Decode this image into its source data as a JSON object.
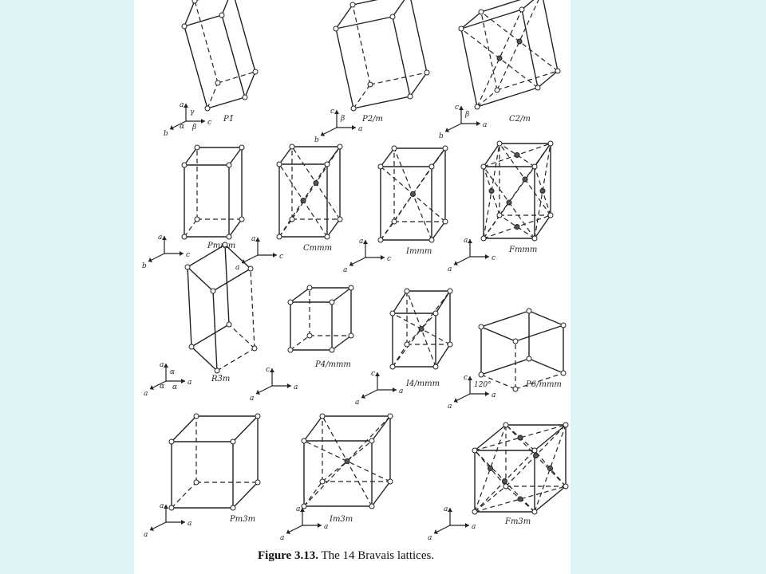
{
  "caption": {
    "prefix": "Figure 3.13.",
    "text": "The 14 Bravais lattices."
  },
  "lattices": [
    {
      "id": "triclinic",
      "label": "P1̄",
      "type": "triclinic",
      "centering": "P"
    },
    {
      "id": "monoclinic-p",
      "label": "P2/m",
      "type": "monoclinic",
      "centering": "P"
    },
    {
      "id": "monoclinic-c",
      "label": "C2/m",
      "type": "monoclinic",
      "centering": "C"
    },
    {
      "id": "ortho-p",
      "label": "Pmmm",
      "type": "orthorhombic",
      "centering": "P"
    },
    {
      "id": "ortho-c",
      "label": "Cmmm",
      "type": "orthorhombic",
      "centering": "C"
    },
    {
      "id": "ortho-i",
      "label": "Immm",
      "type": "orthorhombic",
      "centering": "I"
    },
    {
      "id": "ortho-f",
      "label": "Fmmm",
      "type": "orthorhombic",
      "centering": "F"
    },
    {
      "id": "rhombo",
      "label": "R3̄m",
      "type": "rhombohedral",
      "centering": "R"
    },
    {
      "id": "tetra-p",
      "label": "P4/mmm",
      "type": "tetragonal",
      "centering": "P"
    },
    {
      "id": "tetra-i",
      "label": "I4/mmm",
      "type": "tetragonal",
      "centering": "I"
    },
    {
      "id": "hexa",
      "label": "P6/mmm",
      "type": "hexagonal",
      "centering": "P"
    },
    {
      "id": "cubic-p",
      "label": "Pm3m",
      "type": "cubic",
      "centering": "P"
    },
    {
      "id": "cubic-i",
      "label": "Im3m",
      "type": "cubic",
      "centering": "I"
    },
    {
      "id": "cubic-f",
      "label": "Fm3m",
      "type": "cubic",
      "centering": "F"
    }
  ],
  "axes": [
    {
      "id": "triclinic",
      "labels": [
        "a",
        "b",
        "c"
      ],
      "angles": [
        "γ",
        "β",
        "α"
      ]
    },
    {
      "id": "monoclinic-p",
      "labels": [
        "c",
        "b",
        "a"
      ],
      "angles": [
        "β"
      ]
    },
    {
      "id": "monoclinic-c",
      "labels": [
        "c",
        "b",
        "a"
      ],
      "angles": [
        "β"
      ]
    },
    {
      "id": "ortho-p",
      "labels": [
        "a",
        "b",
        "c"
      ],
      "angles": []
    },
    {
      "id": "ortho-c",
      "labels": [
        "a",
        "a",
        "c"
      ],
      "angles": []
    },
    {
      "id": "ortho-i",
      "labels": [
        "a",
        "a",
        "c"
      ],
      "angles": []
    },
    {
      "id": "ortho-f",
      "labels": [
        "a",
        "a",
        "c"
      ],
      "angles": []
    },
    {
      "id": "rhombo",
      "labels": [
        "a",
        "a",
        "a"
      ],
      "angles": [
        "α",
        "α",
        "α"
      ]
    },
    {
      "id": "tetra-p",
      "labels": [
        "c",
        "a",
        "a"
      ],
      "angles": []
    },
    {
      "id": "tetra-i",
      "labels": [
        "c",
        "a",
        "a"
      ],
      "angles": []
    },
    {
      "id": "hexa",
      "labels": [
        "c",
        "a",
        "a"
      ],
      "angles": [
        "120°"
      ]
    },
    {
      "id": "cubic-p",
      "labels": [
        "a",
        "a",
        "a"
      ],
      "angles": []
    },
    {
      "id": "cubic-i",
      "labels": [
        "a",
        "a",
        "a"
      ],
      "angles": []
    },
    {
      "id": "cubic-f",
      "labels": [
        "a",
        "a",
        "a"
      ],
      "angles": []
    }
  ]
}
